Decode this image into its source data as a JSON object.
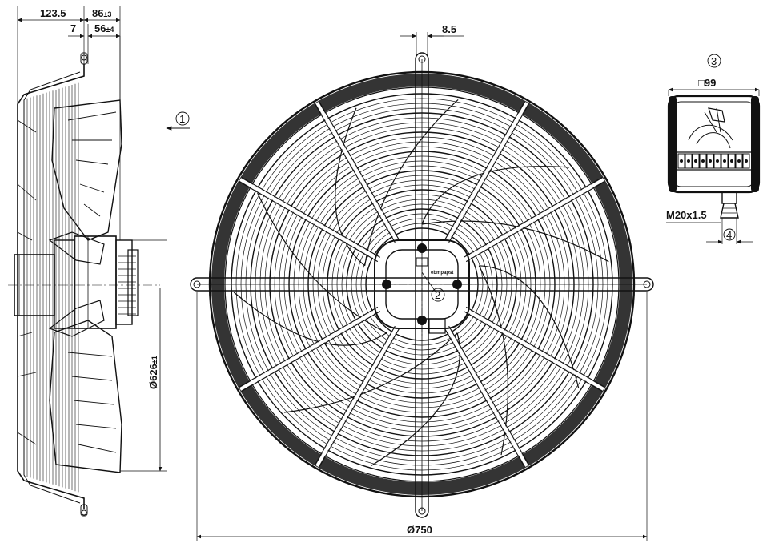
{
  "side_view": {
    "dim_total": {
      "value": "123.5"
    },
    "dim_flange": {
      "value": "86",
      "tol": "±3"
    },
    "dim_offset": {
      "value": "7"
    },
    "dim_hub": {
      "value": "56",
      "tol": "±4"
    },
    "dim_blade_dia": {
      "value": "Ø626",
      "tol": "±1"
    }
  },
  "front_view": {
    "dim_slot": {
      "value": "8.5"
    },
    "dim_guard_dia": {
      "value": "Ø750"
    },
    "brand_label": "ebmpapst"
  },
  "terminal_box": {
    "dim_box": {
      "symbol": "□",
      "value": "99"
    },
    "dim_gland": {
      "value": "M20x1.5"
    }
  },
  "callouts": [
    {
      "id": "1",
      "label": "1"
    },
    {
      "id": "2",
      "label": "2"
    },
    {
      "id": "3",
      "label": "3"
    },
    {
      "id": "4",
      "label": "4"
    }
  ],
  "colors": {
    "line": "#111111",
    "background": "#ffffff"
  }
}
